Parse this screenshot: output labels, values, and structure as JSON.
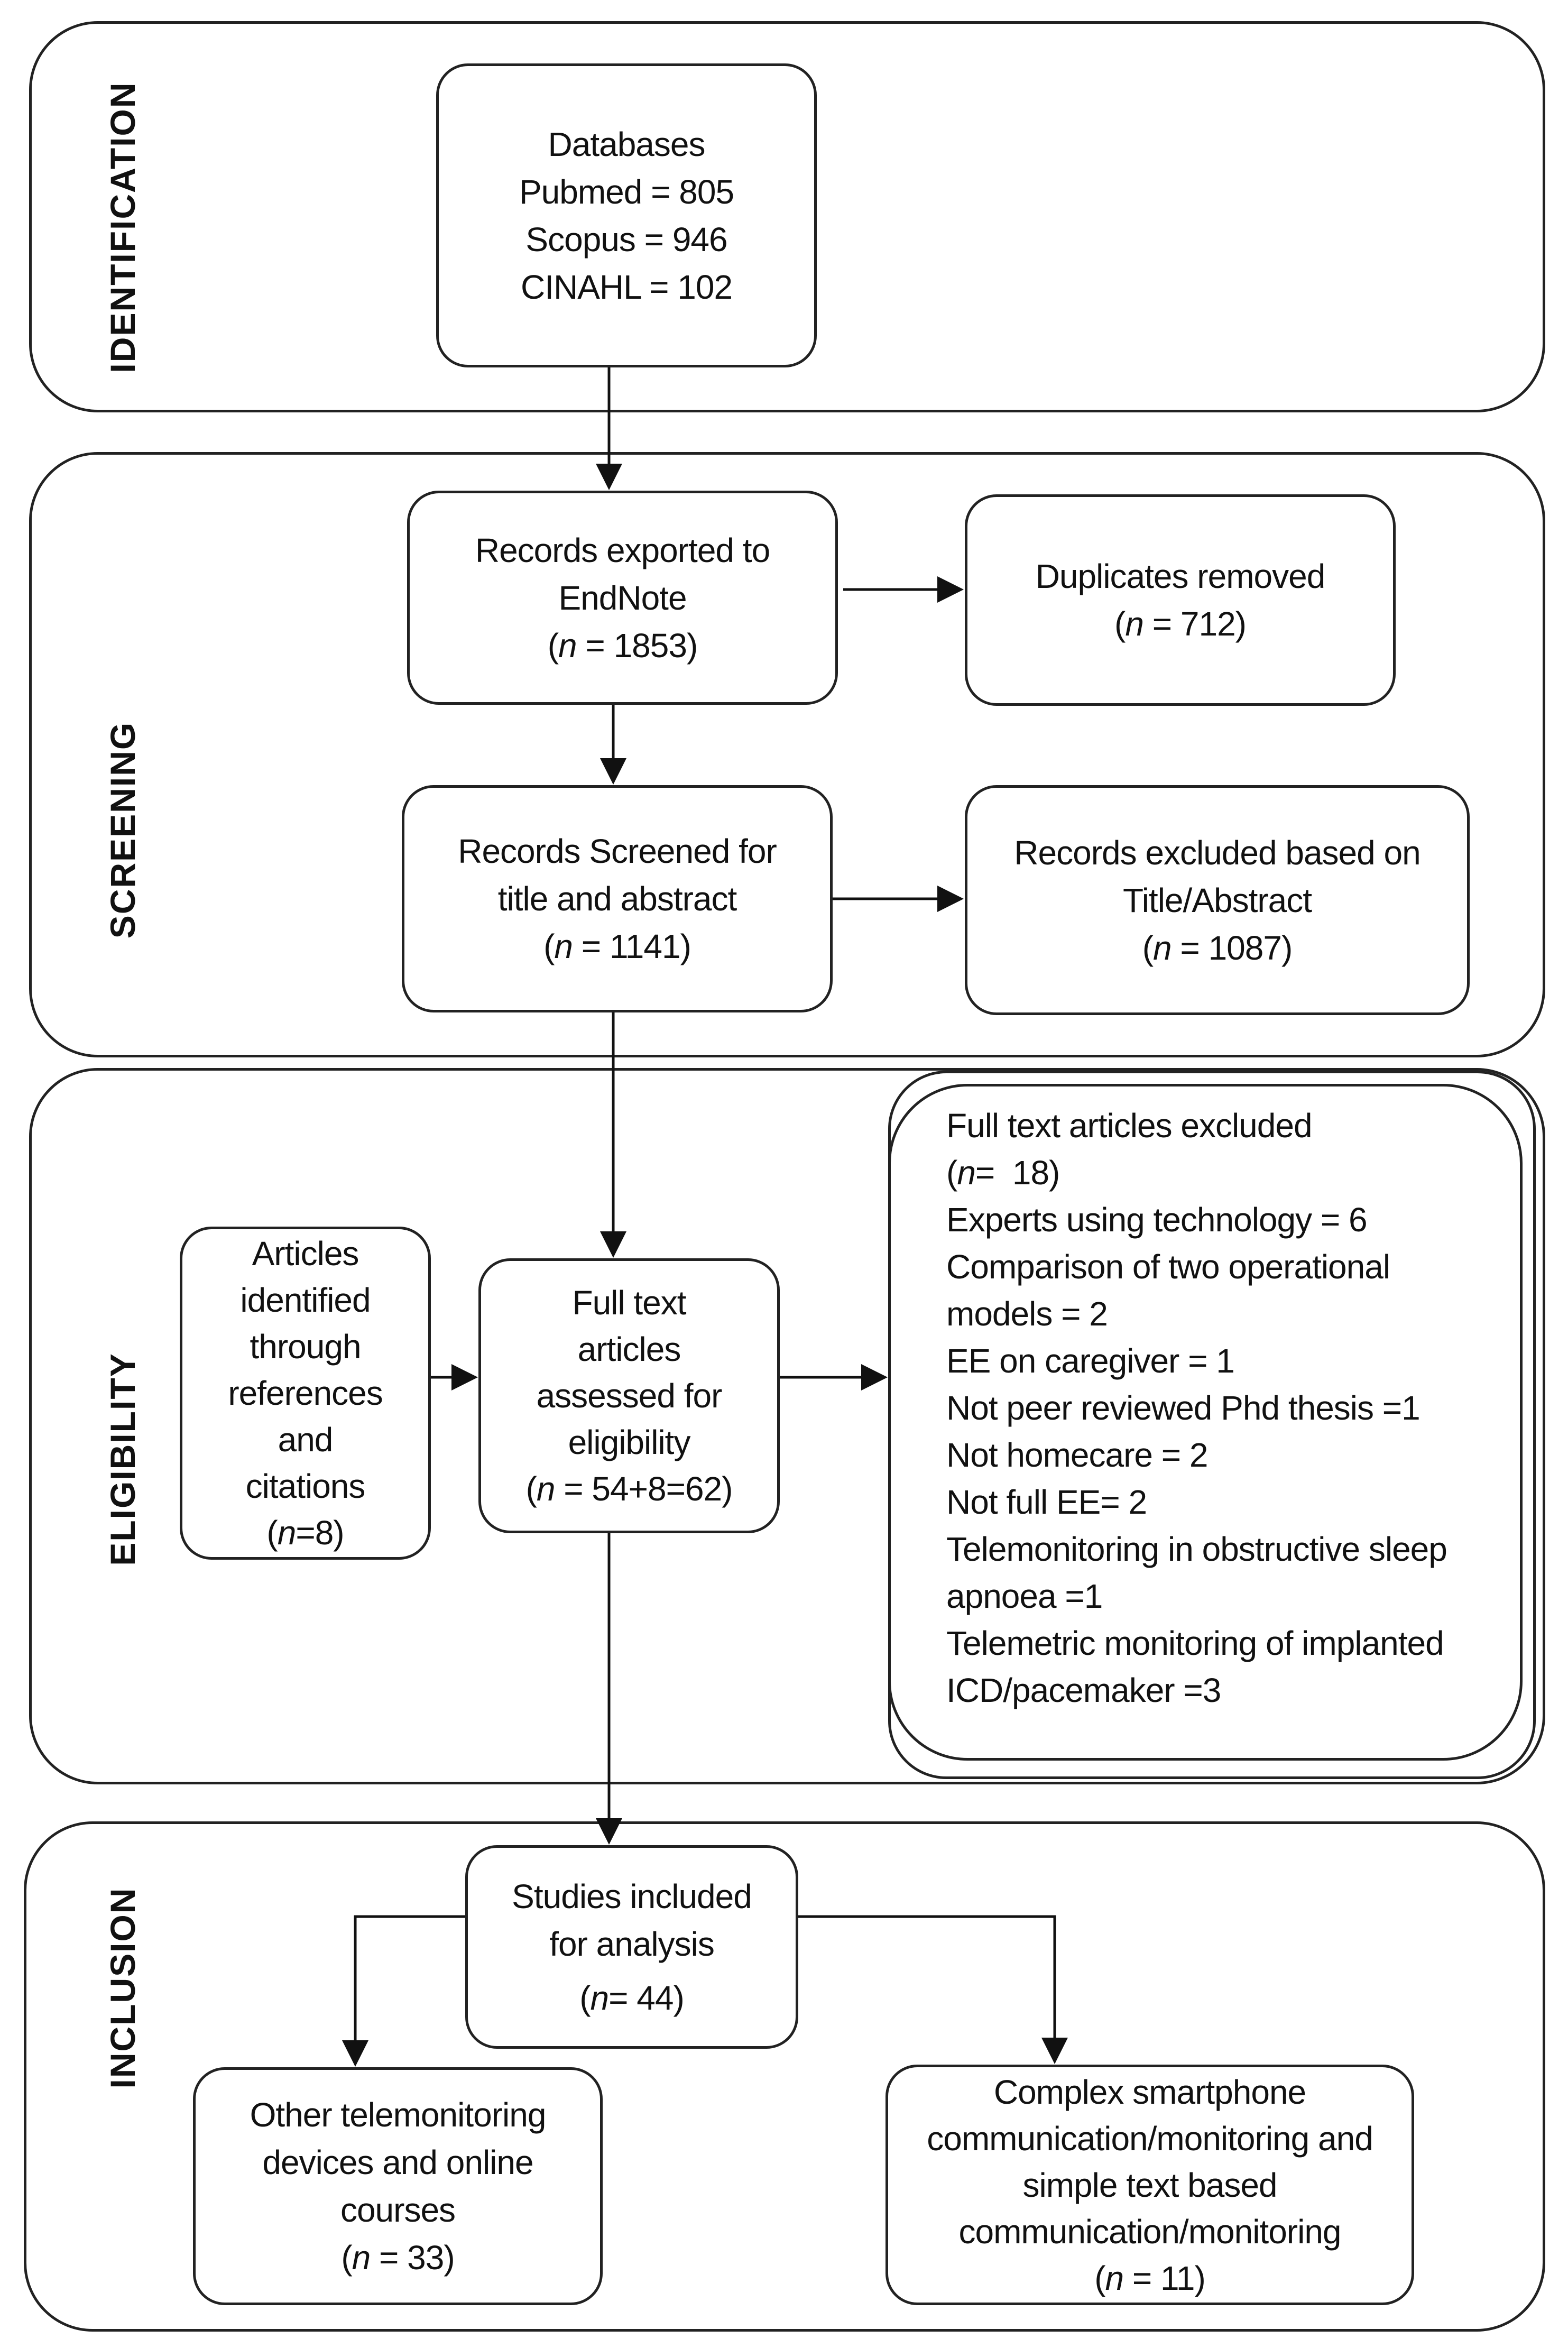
{
  "phases": {
    "identification": "IDENTIFICATION",
    "screening": "SCREENING",
    "eligibility": "ELIGIBILITY",
    "inclusion": "INCLUSION"
  },
  "boxes": {
    "databases": {
      "lines": [
        "Databases",
        "Pubmed = 805",
        "Scopus = 946",
        "CINAHL = 102"
      ]
    },
    "records_exported": {
      "lines": [
        "Records exported to",
        "EndNote"
      ],
      "n_value": "1853"
    },
    "duplicates_removed": {
      "lines": [
        "Duplicates removed"
      ],
      "n_value": "712"
    },
    "records_screened": {
      "lines": [
        "Records  Screened for",
        "title and abstract"
      ],
      "n_value": "1141"
    },
    "records_excluded": {
      "lines": [
        "Records excluded based on",
        "Title/Abstract"
      ],
      "n_value": "1087"
    },
    "articles_identified": {
      "lines": [
        "Articles",
        "identified",
        "through",
        "references",
        "and",
        "citations"
      ],
      "n_value": "8"
    },
    "full_text_assessed": {
      "lines": [
        "Full text",
        "articles",
        "assessed for",
        "eligibility"
      ],
      "n_value": "54+8=62"
    },
    "full_text_excluded": {
      "title": "Full text articles excluded",
      "n_value": "18",
      "lines": [
        "Experts using technology = 6",
        "Comparison of two operational",
        "models = 2",
        "EE on caregiver = 1",
        "Not peer reviewed Phd thesis =1",
        "Not homecare = 2",
        "Not full EE= 2",
        "Telemonitoring in obstructive sleep",
        "apnoea =1",
        "Telemetric monitoring of implanted",
        "ICD/pacemaker =3"
      ]
    },
    "studies_included": {
      "lines": [
        "Studies included",
        "for analysis"
      ],
      "n_value": "44"
    },
    "other_telemonitoring": {
      "lines": [
        "Other telemonitoring",
        "devices and online",
        "courses"
      ],
      "n_value": "33"
    },
    "complex_smartphone": {
      "lines": [
        "Complex smartphone",
        "communication/monitoring and",
        "simple text based",
        "communication/monitoring"
      ],
      "n_value": "11"
    }
  }
}
